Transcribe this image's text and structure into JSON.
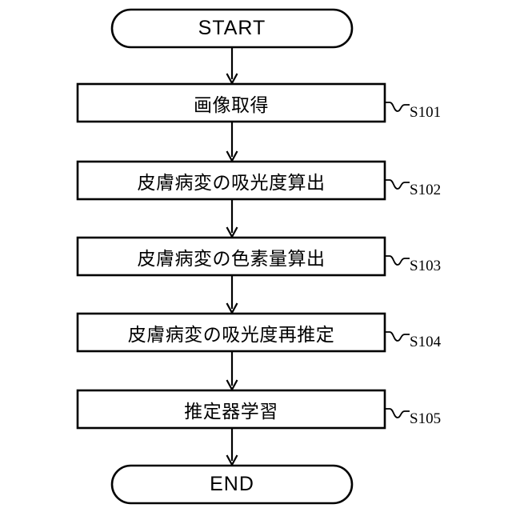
{
  "diagram": {
    "type": "flowchart",
    "orientation": "vertical",
    "title": "",
    "background_color": "#ffffff",
    "line_color": "#000000",
    "node_fill": "#ffffff",
    "nodes": [
      {
        "id": "start",
        "shape": "terminal",
        "label": "START",
        "step_label": ""
      },
      {
        "id": "s101",
        "shape": "process",
        "label": "画像取得",
        "step_label": "S101"
      },
      {
        "id": "s102",
        "shape": "process",
        "label": "皮膚病変の吸光度算出",
        "step_label": "S102"
      },
      {
        "id": "s103",
        "shape": "process",
        "label": "皮膚病変の色素量算出",
        "step_label": "S103"
      },
      {
        "id": "s104",
        "shape": "process",
        "label": "皮膚病変の吸光度再推定",
        "step_label": "S104"
      },
      {
        "id": "s105",
        "shape": "process",
        "label": "推定器学習",
        "step_label": "S105"
      },
      {
        "id": "end",
        "shape": "terminal",
        "label": "END",
        "step_label": ""
      }
    ],
    "edges": [
      {
        "from": "start",
        "to": "s101"
      },
      {
        "from": "s101",
        "to": "s102"
      },
      {
        "from": "s102",
        "to": "s103"
      },
      {
        "from": "s103",
        "to": "s104"
      },
      {
        "from": "s104",
        "to": "s105"
      },
      {
        "from": "s105",
        "to": "end"
      }
    ]
  }
}
